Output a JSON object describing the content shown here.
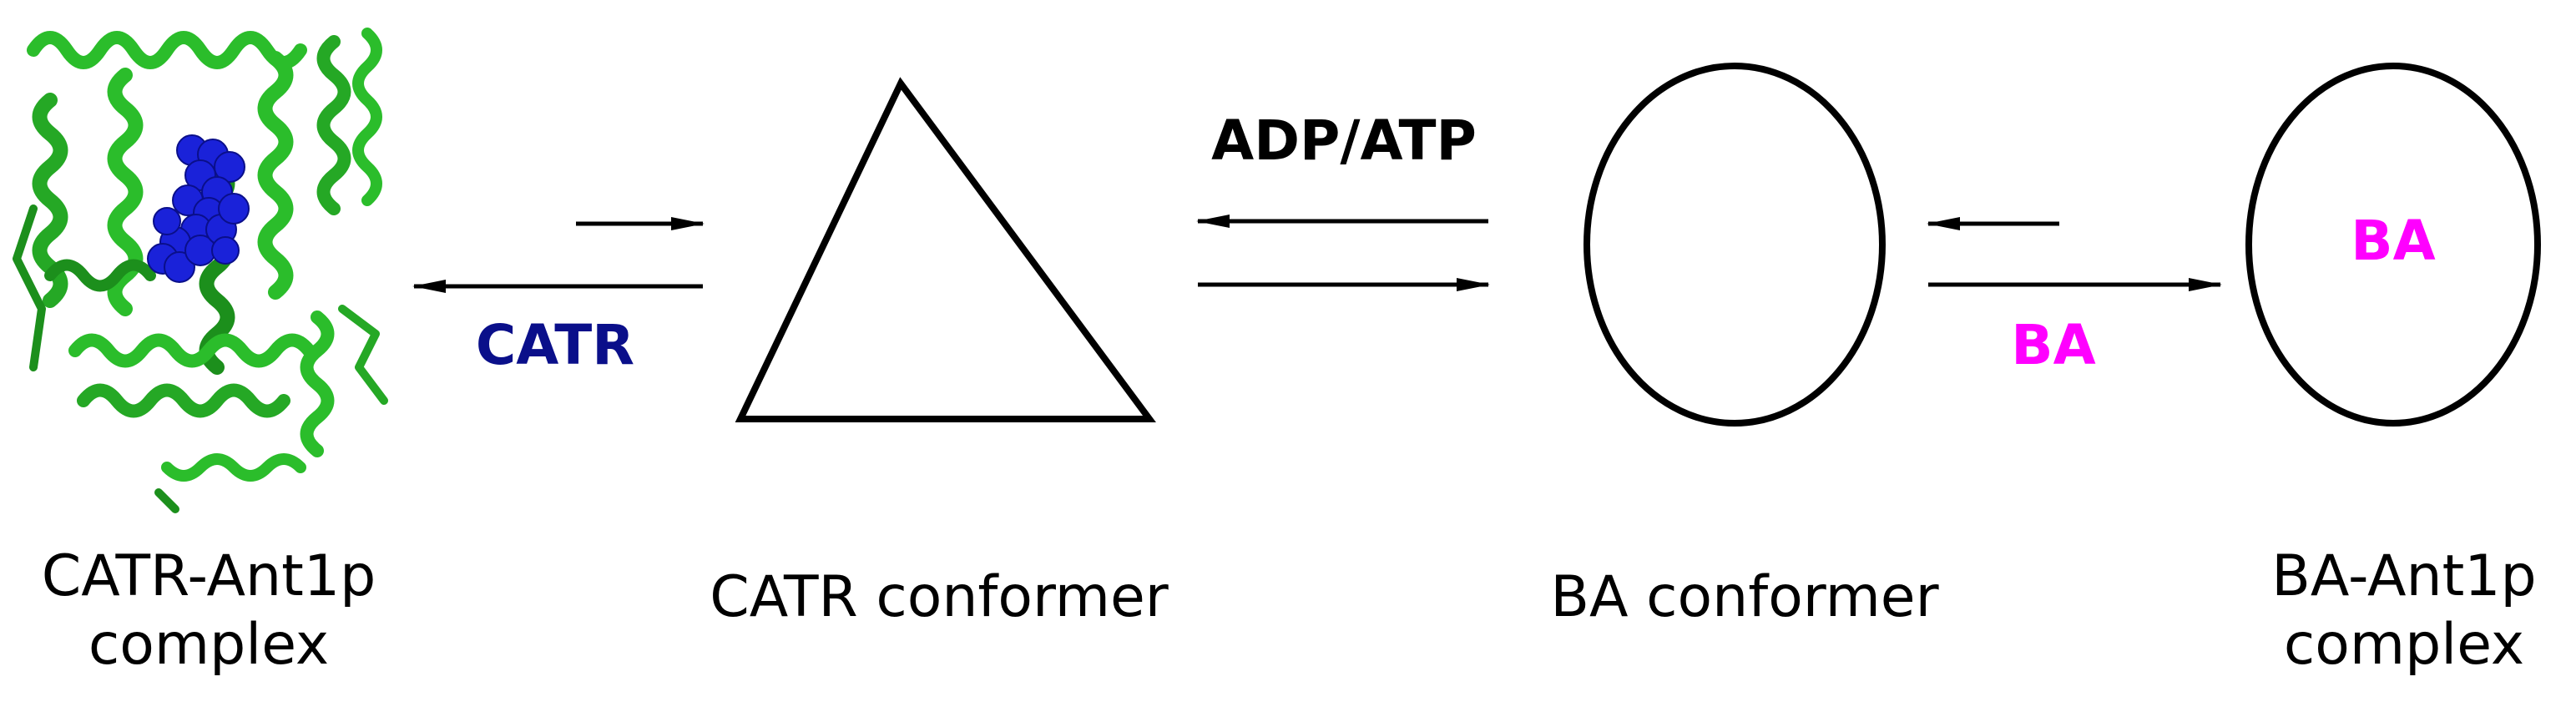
{
  "colors": {
    "catr": "#0a0f8a",
    "ba": "#ff00ff",
    "protein": "#2bbd2b",
    "protein_dark": "#1c8f1c",
    "ligand": "#1a22d9",
    "stroke": "#000000"
  },
  "labels": {
    "catr_complex_line1": "CATR-Ant1p",
    "catr_complex_line2": "complex",
    "catr_conformer": "CATR conformer",
    "ba_conformer": "BA conformer",
    "ba_complex_line1": "BA-Ant1p",
    "ba_complex_line2": "complex"
  },
  "arrow_labels": {
    "catr": "CATR",
    "adp_atp": "ADP/ATP",
    "ba": "BA",
    "ba_inside": "BA"
  },
  "icons": {
    "protein_structure": "protein-ribbon-icon"
  }
}
